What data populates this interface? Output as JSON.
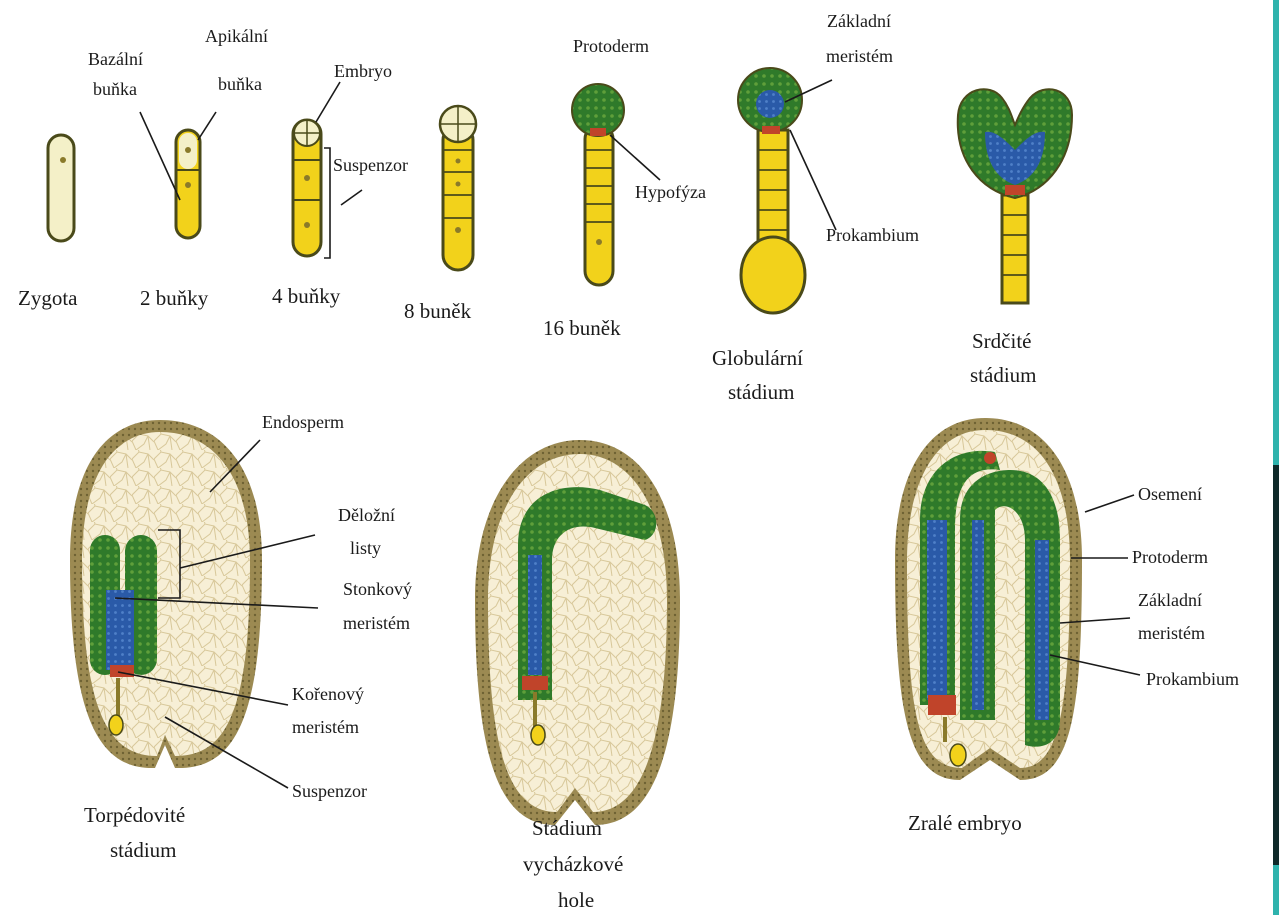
{
  "stages": {
    "zygota": "Zygota",
    "dve_bunky": "2 buňky",
    "ctyri_bunky": "4 buňky",
    "osm_bunek": "8 buněk",
    "sestnact_bunek": "16 buněk",
    "globularni": [
      "Globulární",
      "stádium"
    ],
    "srdcite": [
      "Srdčité",
      "stádium"
    ],
    "torpedovite": [
      "Torpédovité",
      "stádium"
    ],
    "vychazkova_hul": [
      "Stádium",
      "vycházkové",
      "hole"
    ],
    "zrale_embryo": "Zralé embryo"
  },
  "labels": {
    "bazalni_bunka": [
      "Bazální",
      "buňka"
    ],
    "apikalni_bunka": [
      "Apikální",
      "buňka"
    ],
    "embryo": "Embryo",
    "suspenzor_top": "Suspenzor",
    "protoderm_top": "Protoderm",
    "hypofyza": "Hypofýza",
    "zakladni_meristem_top": [
      "Základní",
      "meristém"
    ],
    "prokambium_top": "Prokambium",
    "endosperm": "Endosperm",
    "delozni_listy": [
      "Děložní",
      "listy"
    ],
    "stonkovy_meristem": [
      "Stonkový",
      "meristém"
    ],
    "korenovy_meristem": [
      "Kořenový",
      "meristém"
    ],
    "suspenzor_bottom": "Suspenzor",
    "osemeni": "Osemení",
    "protoderm_right": "Protoderm",
    "zakladni_meristem_right": [
      "Základní",
      "meristém"
    ],
    "prokambium_right": "Prokambium"
  },
  "colors": {
    "suspensor_yellow": "#f2d21b",
    "cell_outline": "#4a4a1a",
    "zygote_fill": "#f4f0c8",
    "embryo_green": "#2f7a2a",
    "protoderm_green": "#6fae3a",
    "procambium_blue": "#2a5aa8",
    "hypophysis_red": "#c0442a",
    "seed_coat": "#9c8a52",
    "endosperm_fill": "#f7efd6",
    "accent_edge": "#2fb3ad"
  }
}
